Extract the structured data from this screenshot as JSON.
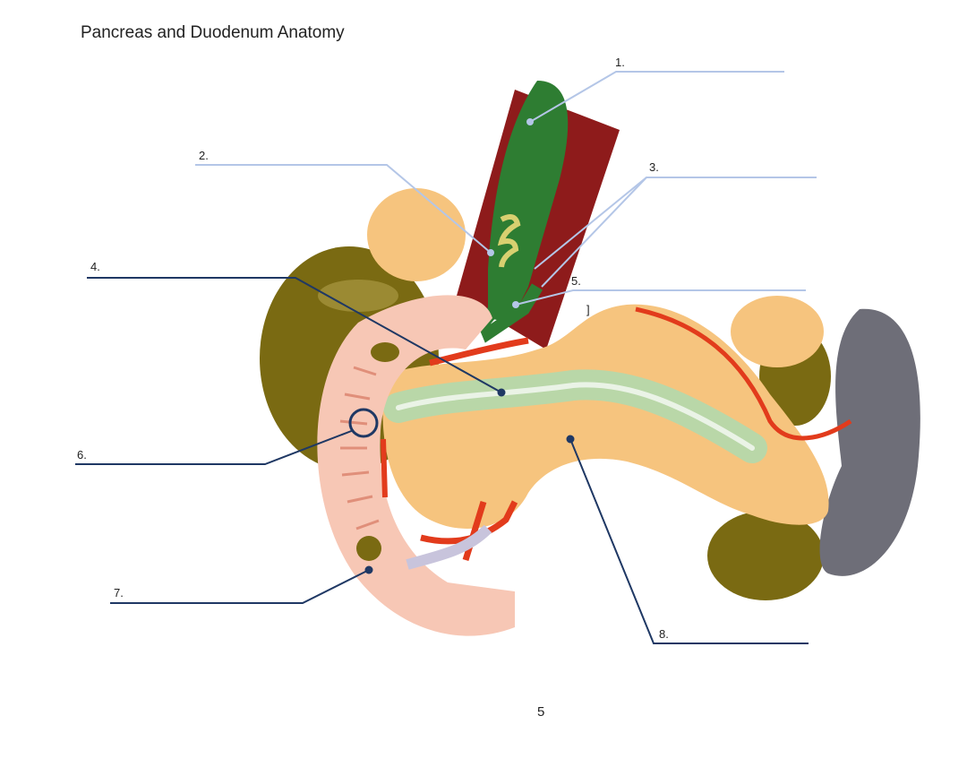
{
  "page": {
    "title": "Pancreas and Duodenum Anatomy",
    "page_number": "5"
  },
  "labels": [
    {
      "id": "1",
      "text": "1."
    },
    {
      "id": "2",
      "text": "2."
    },
    {
      "id": "3",
      "text": "3."
    },
    {
      "id": "4",
      "text": "4."
    },
    {
      "id": "5",
      "text": "5."
    },
    {
      "id": "6",
      "text": "6."
    },
    {
      "id": "7",
      "text": "7."
    },
    {
      "id": "8",
      "text": "8."
    }
  ],
  "stray_mark": "]",
  "colors": {
    "leader_light": "#b4c6e7",
    "leader_dark": "#1f3864",
    "pancreas": "#f6c47e",
    "gallbladder": "#2e7d32",
    "duodenum": "#f7c7b5",
    "spleen": "#6e6e78",
    "olive": "#7a6a12",
    "liver": "#8e1b1b",
    "artery": "#e23b1c"
  }
}
